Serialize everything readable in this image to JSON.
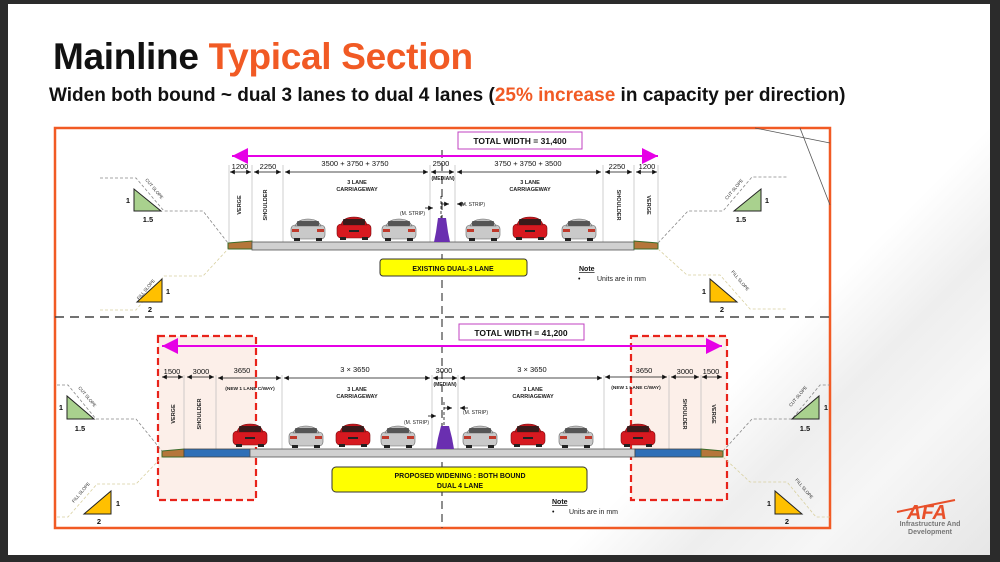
{
  "header": {
    "title_main": "Mainline ",
    "title_accent": "Typical Section",
    "subtitle_pre": "Widen both bound ~ dual 3 lanes to dual 4 lanes  (",
    "subtitle_accent": "25% increase",
    "subtitle_post": " in capacity per direction)"
  },
  "colors": {
    "accent": "#f15a24",
    "frame": "#f15a24",
    "total_width_arrow": "#e600e6",
    "label_box": "#ffff00",
    "widening_box": "#e8231a",
    "new_pavement": "#2f6fb7",
    "existing_pavement": "#d0d0d0",
    "verge": "#b5763a",
    "median": "#6a2fb0",
    "cut_slope": "#a9d18e",
    "fill_slope": "#ffc000"
  },
  "existing": {
    "total_width": "TOTAL WIDTH = 31,400",
    "dims": {
      "verge_left": "1200",
      "shoulder_left": "2250",
      "carriageway_left": "3500 + 3750 + 3750",
      "median": "2500",
      "carriageway_right": "3750 + 3750 + 3500",
      "shoulder_right": "2250",
      "verge_right": "1200"
    },
    "labels": {
      "verge": "VERGE",
      "shoulder": "SHOULDER",
      "carriageway_line1": "3 LANE",
      "carriageway_line2": "CARRIAGEWAY",
      "median": "(MEDIAN)",
      "m_strip": "(M. STRIP)"
    },
    "caption": "EXISTING DUAL-3 LANE",
    "note_title": "Note",
    "note_item": "Units are in mm"
  },
  "proposed": {
    "total_width": "TOTAL WIDTH = 41,200",
    "dims": {
      "verge_left": "1500",
      "shoulder_left": "3000",
      "new_lane_left": "3650",
      "carriageway_left": "3 × 3650",
      "median": "3000",
      "carriageway_right": "3 × 3650",
      "new_lane_right": "3650",
      "shoulder_right": "3000",
      "verge_right": "1500"
    },
    "labels": {
      "verge": "VERGE",
      "shoulder": "SHOULDER",
      "new_lane": "(NEW 1 LANE C/WAY)",
      "carriageway_line1": "3 LANE",
      "carriageway_line2": "CARRIAGEWAY",
      "median": "(MEDIAN)",
      "m_strip": "(M. STRIP)"
    },
    "caption_line1": "PROPOSED WIDENING : BOTH BOUND",
    "caption_line2": "DUAL 4 LANE",
    "note_title": "Note",
    "note_item": "Units are in mm"
  },
  "slopes": {
    "cut_label": "CUT SLOPE",
    "fill_label": "FILL SLOPE",
    "cut_rise": "1",
    "cut_run": "1.5",
    "fill_rise": "1",
    "fill_run": "2"
  },
  "logo": {
    "mark": "AFA",
    "line1": "Infrastructure And",
    "line2": "Development"
  }
}
